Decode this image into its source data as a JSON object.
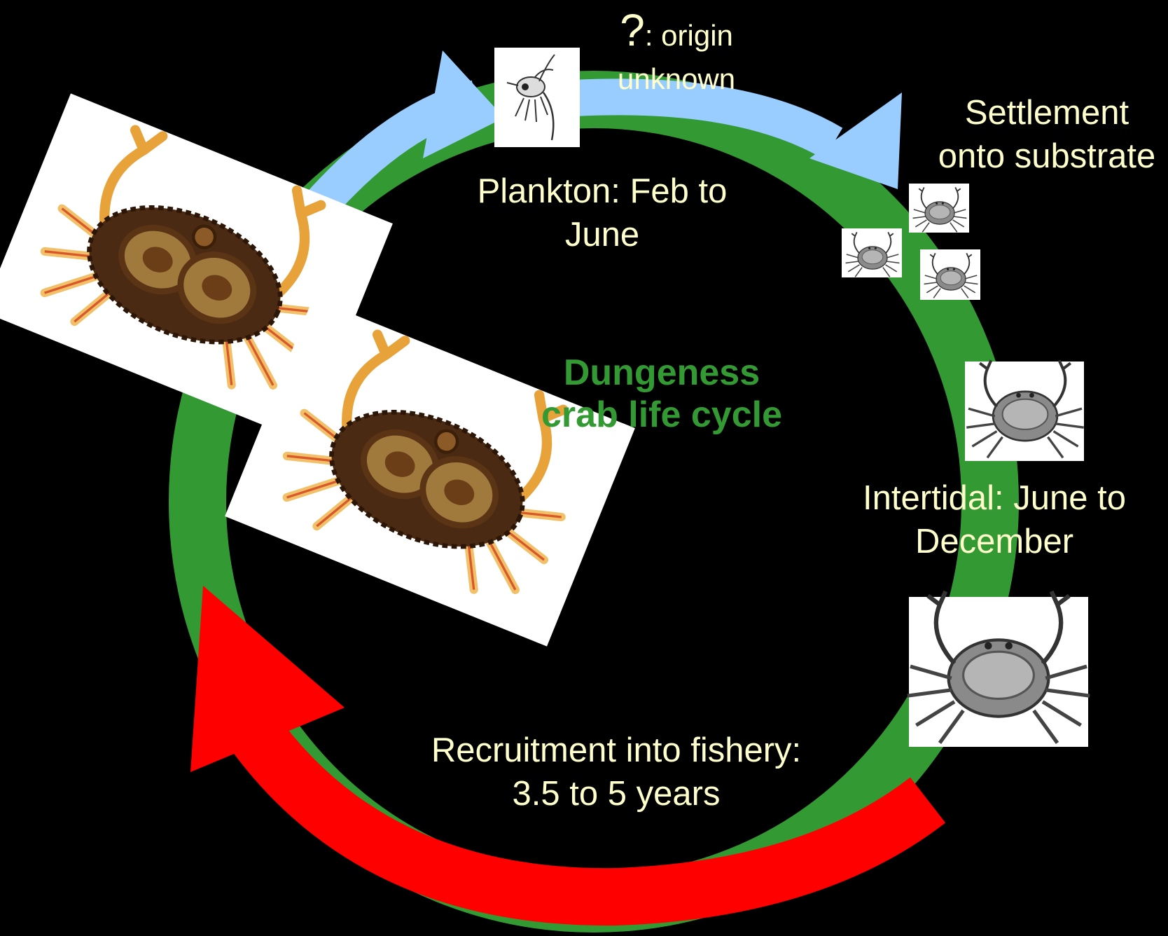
{
  "title": {
    "line1": "Dungeness",
    "line2": "crab life cycle"
  },
  "origin": {
    "mark": "?",
    "line1": ": origin",
    "line2": "unknown"
  },
  "stages": {
    "plankton": {
      "line1": "Plankton: Feb to",
      "line2": "June"
    },
    "settlement": {
      "line1": "Settlement",
      "line2": "onto substrate"
    },
    "intertidal": {
      "line1": "Intertidal: June to",
      "line2": "December"
    },
    "recruitment": {
      "line1": "Recruitment into fishery:",
      "line2": "3.5 to 5 years"
    }
  },
  "icons": {
    "cycle_ring": "green-ring",
    "plankton_arrow": "blue-arrow",
    "fishery_arrow": "red-arrow",
    "larva": "crab-larva-icon",
    "juvenile": "juvenile-crab-icon",
    "adult": "adult-crab-icon"
  },
  "colors": {
    "background": "#000000",
    "ring": "#339933",
    "plankton_arrow": "#99ccff",
    "fishery_arrow": "#ff0000",
    "label_text": "#ffffcc",
    "title_text": "#339933"
  }
}
